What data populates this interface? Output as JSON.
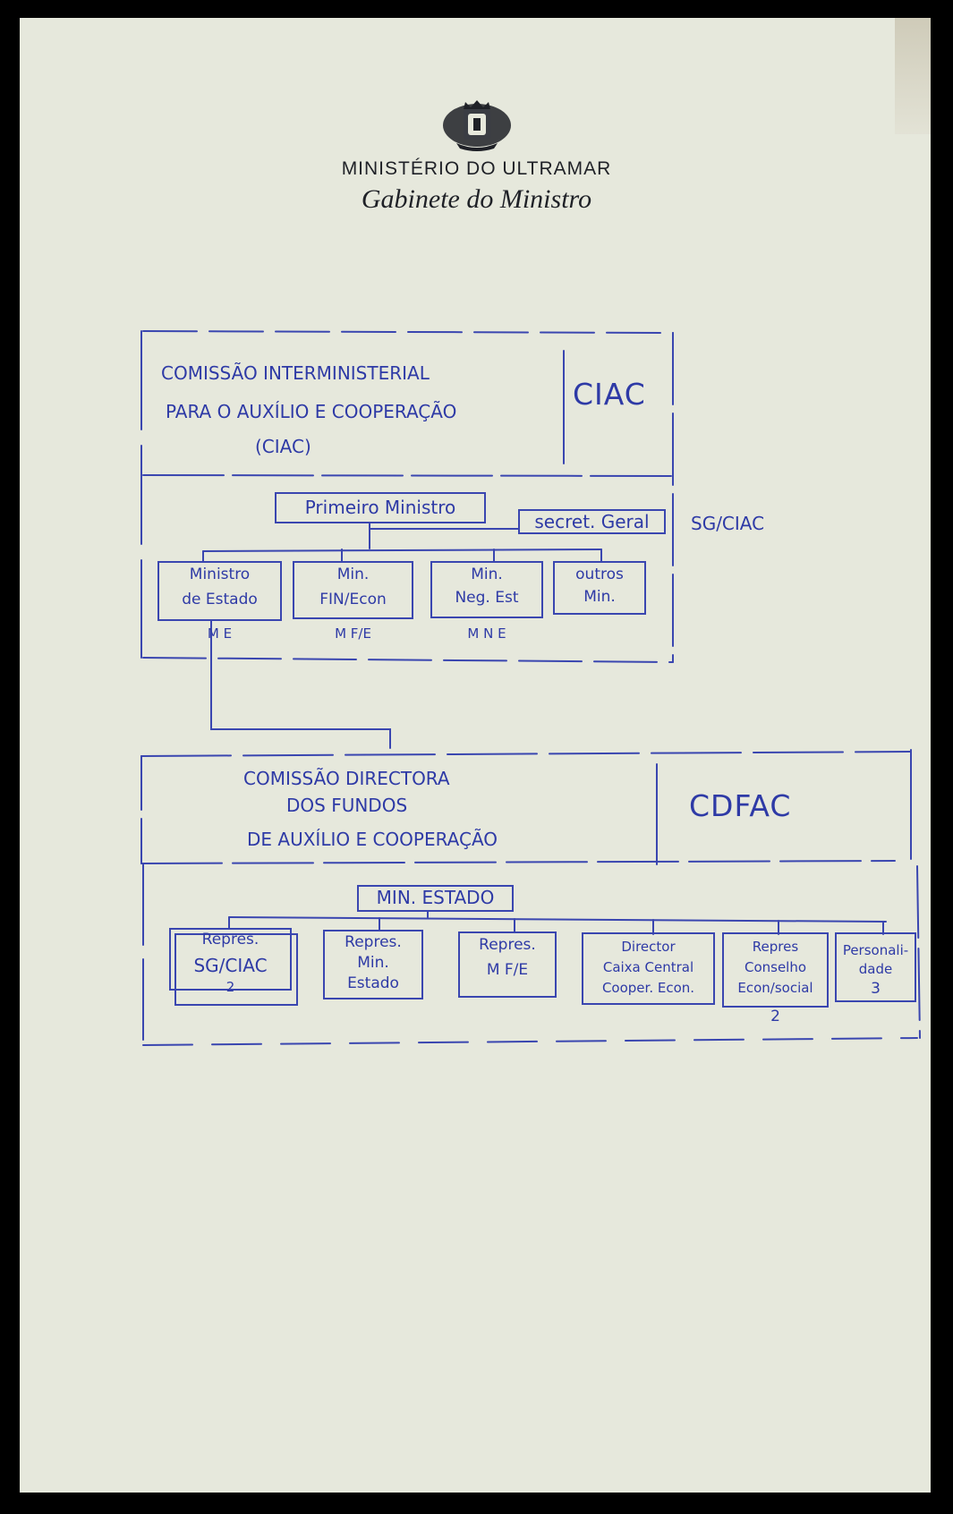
{
  "letterhead": {
    "ministry": "MINISTÉRIO DO ULTRAMAR",
    "office": "Gabinete do Ministro"
  },
  "ciac_section": {
    "title_line1": "COMISSÃO INTERMINISTERIAL",
    "title_line2": "PARA O AUXÍLIO E COOPERAÇÃO",
    "title_line3": "(CIAC)",
    "acronym": "CIAC",
    "head_box": "Primeiro Ministro",
    "secretary_box": "secret. Geral",
    "secretary_note": "SG/CIAC",
    "members": [
      {
        "line1": "Ministro",
        "line2": "de Estado",
        "abbr": "M E"
      },
      {
        "line1": "Min.",
        "line2": "FIN/Econ",
        "abbr": "M F/E"
      },
      {
        "line1": "Min.",
        "line2": "Neg. Est",
        "abbr": "M N E"
      },
      {
        "line1": "outros",
        "line2": "Min.",
        "abbr": ""
      }
    ]
  },
  "cdfac_section": {
    "title_line1": "COMISSÃO DIRECTORA",
    "title_line2": "DOS FUNDOS",
    "title_line3": "DE AUXÍLIO E COOPERAÇÃO",
    "acronym": "CDFAC",
    "head_box": "MIN. ESTADO",
    "members": [
      {
        "line1": "Repres.",
        "line2": "SG/CIAC",
        "line3": "2",
        "note": ""
      },
      {
        "line1": "Repres.",
        "line2": "Min.",
        "line3": "Estado",
        "note": ""
      },
      {
        "line1": "Repres.",
        "line2": "M F/E",
        "line3": "",
        "note": ""
      },
      {
        "line1": "Director",
        "line2": "Caixa Central",
        "line3": "Cooper. Econ.",
        "note": ""
      },
      {
        "line1": "Repres",
        "line2": "Conselho",
        "line3": "Econ/social",
        "note": "2"
      },
      {
        "line1": "Personali-",
        "line2": "dade",
        "line3": "3",
        "note": ""
      }
    ]
  },
  "colors": {
    "ink": "#2e3aa6",
    "paper": "#e6e8dc",
    "print": "#1f2127"
  }
}
